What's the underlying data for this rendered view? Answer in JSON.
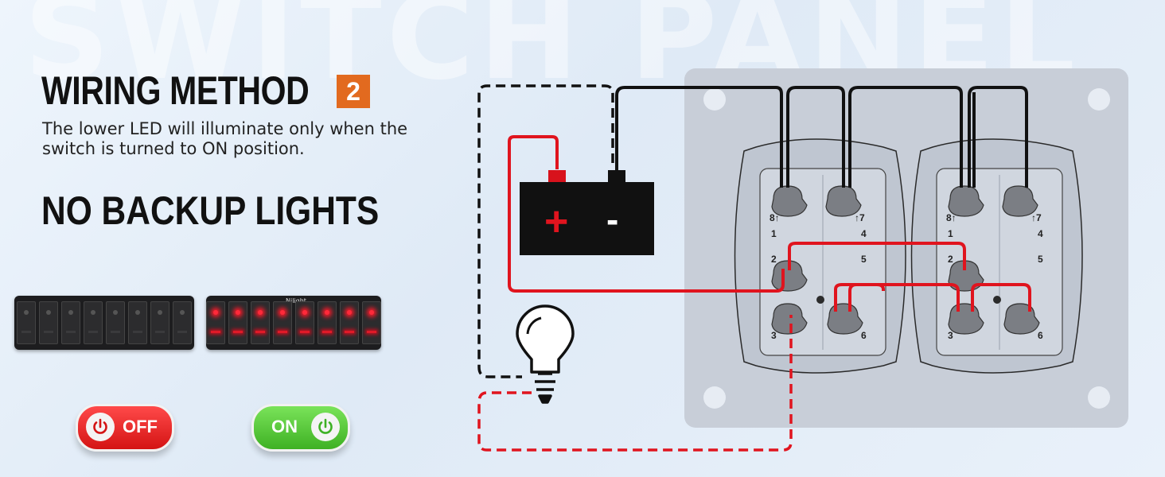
{
  "watermark": "SWITCH PANEL",
  "header": {
    "title": "WIRING METHOD",
    "method_number": "2",
    "subtitle": "The lower LED will illuminate only when the switch is turned to ON position.",
    "heading": "NO BACKUP LIGHTS"
  },
  "products": {
    "brand": "Nilight"
  },
  "indicators": {
    "off_label": "OFF",
    "on_label": "ON"
  },
  "battery": {
    "positive": "+",
    "negative": "-"
  },
  "switch_pins": [
    "8↑",
    "↑7",
    "1",
    "4",
    "2",
    "5",
    "3",
    "6"
  ],
  "colors": {
    "accent_orange": "#e26a1f",
    "wire_red": "#e0141e",
    "wire_black": "#111111",
    "off_red": "#d41414",
    "on_green": "#3eb124"
  },
  "icons": [
    "power-icon",
    "light-bulb-icon",
    "battery-icon"
  ]
}
